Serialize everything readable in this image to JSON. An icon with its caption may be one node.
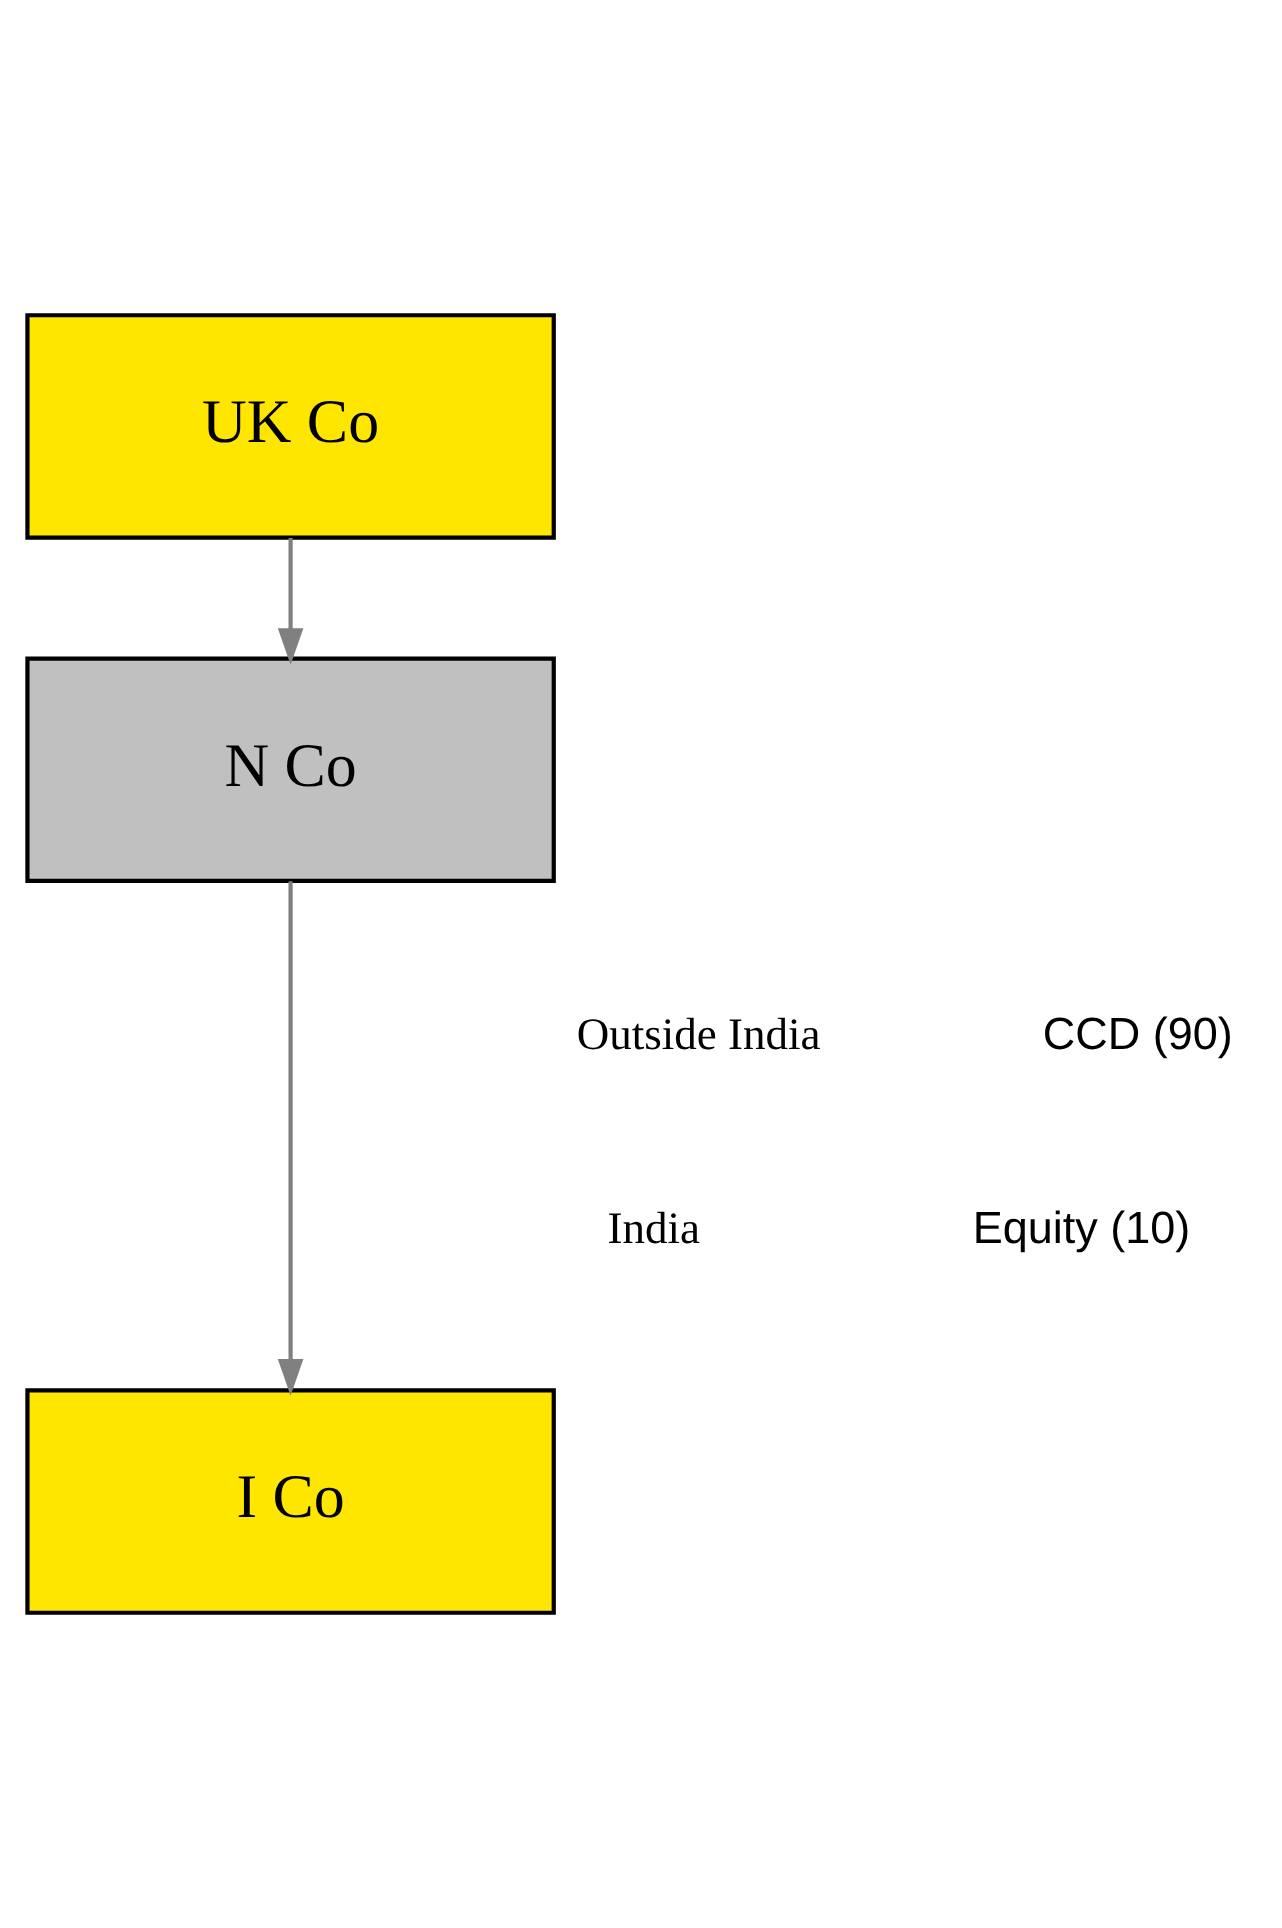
{
  "diagram": {
    "nodes": [
      {
        "text": [
          "UK Co"
        ]
      },
      {
        "text": [
          "N Co"
        ]
      },
      {
        "text": [
          "I Co"
        ]
      }
    ],
    "edges": [
      {
        "from": 0,
        "to": 1,
        "arrow": "to"
      },
      {
        "from": 1,
        "to": 2,
        "arrow": "to"
      }
    ],
    "labels": [
      "Outside India",
      "India",
      "CCD (90)",
      "Equity (10)"
    ]
  }
}
